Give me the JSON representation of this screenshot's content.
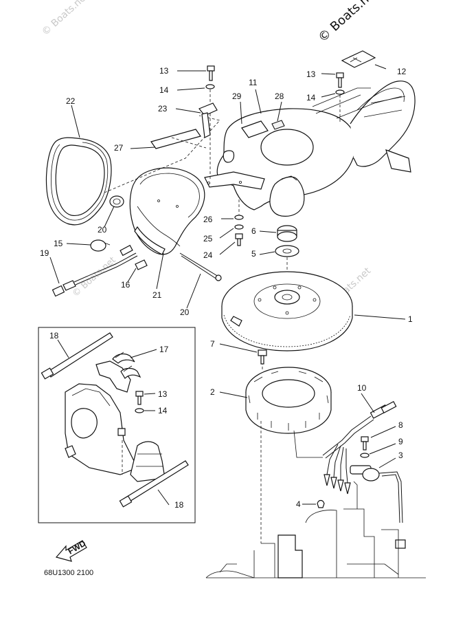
{
  "watermarks": {
    "top_right": "© Boats.net",
    "top_left": "© Boats.net",
    "middle": "© Boats.net"
  },
  "diagram_code": "68U1300 2100",
  "fwd_label": "FWD",
  "callouts": {
    "c1": "1",
    "c2": "2",
    "c3": "3",
    "c4": "4",
    "c5": "5",
    "c6": "6",
    "c7": "7",
    "c8": "8",
    "c9": "9",
    "c10": "10",
    "c11": "11",
    "c12": "12",
    "c13a": "13",
    "c13b": "13",
    "c13c": "13",
    "c14a": "14",
    "c14b": "14",
    "c14c": "14",
    "c15": "15",
    "c16": "16",
    "c17": "17",
    "c18a": "18",
    "c18b": "18",
    "c19": "19",
    "c20a": "20",
    "c20b": "20",
    "c21": "21",
    "c22": "22",
    "c23": "23",
    "c24": "24",
    "c25": "25",
    "c26": "26",
    "c27": "27",
    "c28": "28",
    "c29": "29"
  },
  "colors": {
    "line": "#111111",
    "watermark": "#c9c9c9",
    "background": "#ffffff"
  }
}
